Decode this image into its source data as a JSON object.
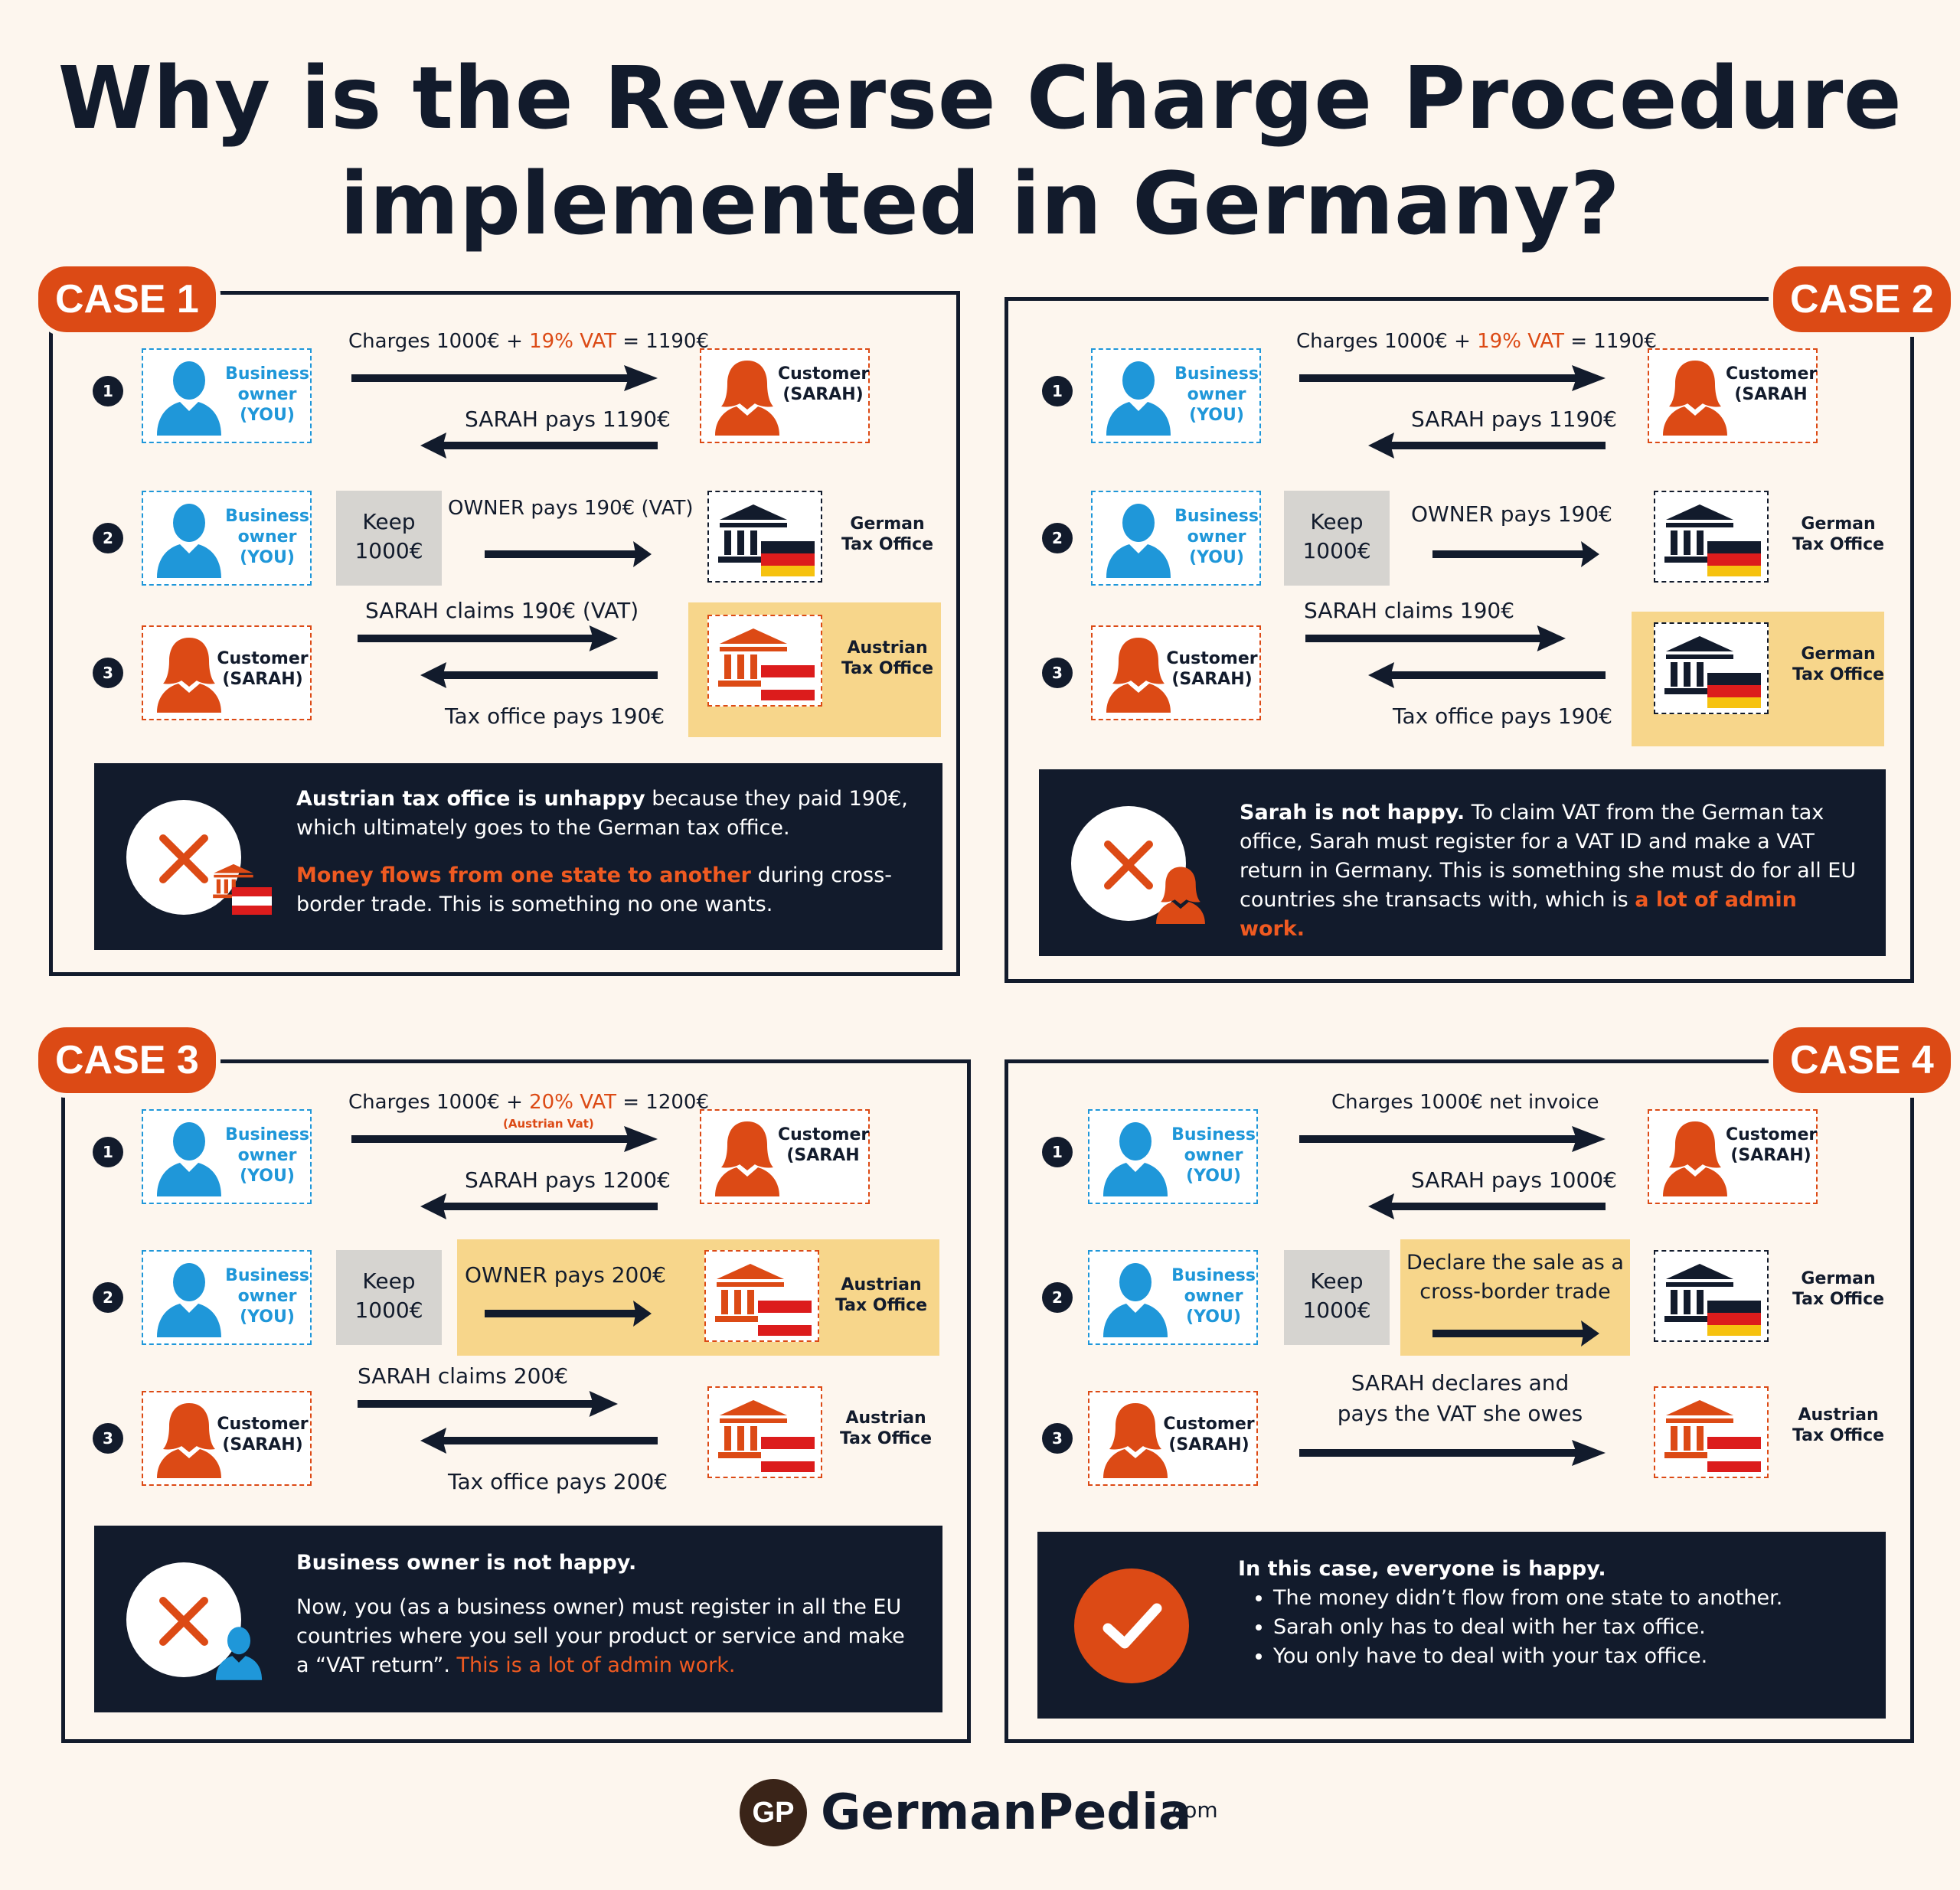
{
  "title_line1": "Why is the Reverse Charge Procedure",
  "title_line2": "implemented in Germany?",
  "labels": {
    "business": [
      "Business",
      "owner",
      "(YOU)"
    ],
    "customer": [
      "Customer",
      "(SARAH)"
    ],
    "customer_alt": [
      "Customer",
      "(SARAH"
    ],
    "german": [
      "German",
      "Tax Office"
    ],
    "austrian": [
      "Austrian",
      "Tax Office"
    ],
    "keep": [
      "Keep",
      "1000€"
    ]
  },
  "colors": {
    "navy": "#121b2c",
    "orange": "#dc4a15",
    "blue": "#1f97d9",
    "highlight": "#f7d68b",
    "keep": "#d6d4d0"
  },
  "case1": {
    "tag": "CASE 1",
    "r1_top_a": "Charges 1000€ + ",
    "r1_top_b": "19% VAT",
    "r1_top_c": " = 1190€",
    "r1_bottom": "SARAH pays 1190€",
    "r2_text": "OWNER pays 190€  (VAT)",
    "r3_top": "SARAH claims 190€ (VAT)",
    "r3_bottom": "Tax office pays 190€",
    "note_b1": "Austrian tax office is unhappy",
    "note_t1": " because they paid 190€, which ultimately goes to the German tax office.",
    "note_o2": "Money flows from one state to another",
    "note_t2": " during cross-border trade. This is something no one wants."
  },
  "case2": {
    "tag": "CASE 2",
    "r1_top_a": "Charges 1000€ + ",
    "r1_top_b": "19% VAT",
    "r1_top_c": " = 1190€",
    "r1_bottom": "SARAH pays 1190€",
    "r2_text": "OWNER pays 190€",
    "r3_top": "SARAH claims 190€",
    "r3_bottom": "Tax office pays 190€",
    "note_b1": "Sarah is not happy.",
    "note_t1": " To claim VAT from the German tax office, Sarah must register for a VAT ID and make a VAT return in Germany.  This is something she must do for all EU countries she transacts with, which is ",
    "note_o1": "a lot of admin work."
  },
  "case3": {
    "tag": "CASE 3",
    "r1_top_a": "Charges 1000€ + ",
    "r1_top_b": "20% VAT",
    "r1_top_c": " = 1200€",
    "r1_tiny": "(Austrian Vat)",
    "r1_bottom": "SARAH pays 1200€",
    "r2_text": "OWNER pays 200€",
    "r3_top": "SARAH claims 200€",
    "r3_bottom": "Tax office pays 200€",
    "note_b1": "Business owner is not happy.",
    "note_t1": "Now, you (as a business owner) must register in all the EU countries where you sell your product or service and make a “VAT return”. ",
    "note_o1": "This is a lot of admin work."
  },
  "case4": {
    "tag": "CASE 4",
    "r1_top": "Charges 1000€ net invoice",
    "r1_bottom": "SARAH pays 1000€",
    "r2_text1": "Declare the sale as a",
    "r2_text2": "cross-border trade",
    "r3_text1": "SARAH declares and",
    "r3_text2": "pays the VAT she owes",
    "note_b1": "In this case, everyone is happy.",
    "bullets": [
      "The money didn’t flow from one state to another.",
      "Sarah only has to deal with her tax office.",
      "You only have to deal with your tax office."
    ]
  },
  "step_numbers": [
    "1",
    "2",
    "3"
  ],
  "footer": {
    "logo": "GP",
    "name": "GermanPedia",
    "domain": ".com"
  }
}
